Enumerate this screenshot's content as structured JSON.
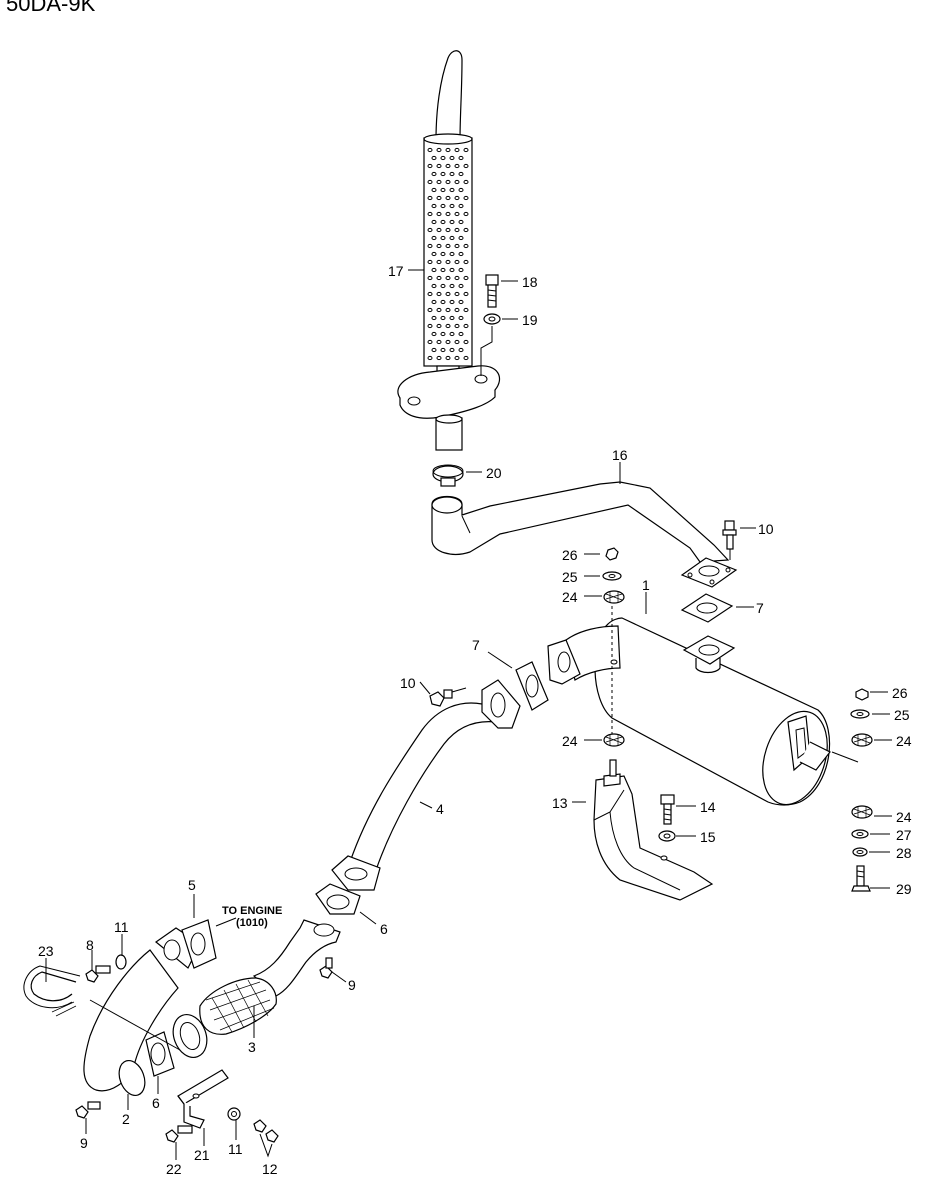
{
  "header": {
    "model_code": "50DA-9K"
  },
  "callouts": [
    {
      "id": "n17",
      "text": "17"
    },
    {
      "id": "n18",
      "text": "18"
    },
    {
      "id": "n19",
      "text": "19"
    },
    {
      "id": "n20",
      "text": "20"
    },
    {
      "id": "n16",
      "text": "16"
    },
    {
      "id": "n10a",
      "text": "10"
    },
    {
      "id": "n26a",
      "text": "26"
    },
    {
      "id": "n25a",
      "text": "25"
    },
    {
      "id": "n24a",
      "text": "24"
    },
    {
      "id": "n1",
      "text": "1"
    },
    {
      "id": "n7a",
      "text": "7"
    },
    {
      "id": "n7b",
      "text": "7"
    },
    {
      "id": "n10b",
      "text": "10"
    },
    {
      "id": "n26b",
      "text": "26"
    },
    {
      "id": "n25b",
      "text": "25"
    },
    {
      "id": "n24b",
      "text": "24"
    },
    {
      "id": "n24c",
      "text": "24"
    },
    {
      "id": "n4",
      "text": "4"
    },
    {
      "id": "n13",
      "text": "13"
    },
    {
      "id": "n14",
      "text": "14"
    },
    {
      "id": "n15",
      "text": "15"
    },
    {
      "id": "n24d",
      "text": "24"
    },
    {
      "id": "n27",
      "text": "27"
    },
    {
      "id": "n28",
      "text": "28"
    },
    {
      "id": "n29",
      "text": "29"
    },
    {
      "id": "n5",
      "text": "5"
    },
    {
      "id": "n6a",
      "text": "6"
    },
    {
      "id": "n23",
      "text": "23"
    },
    {
      "id": "n8",
      "text": "8"
    },
    {
      "id": "n11a",
      "text": "11"
    },
    {
      "id": "n9a",
      "text": "9"
    },
    {
      "id": "n3",
      "text": "3"
    },
    {
      "id": "n2",
      "text": "2"
    },
    {
      "id": "n6b",
      "text": "6"
    },
    {
      "id": "n9b",
      "text": "9"
    },
    {
      "id": "n22",
      "text": "22"
    },
    {
      "id": "n21",
      "text": "21"
    },
    {
      "id": "n11b",
      "text": "11"
    },
    {
      "id": "n12",
      "text": "12"
    }
  ],
  "note": {
    "line1": "TO ENGINE",
    "line2": "(1010)"
  }
}
